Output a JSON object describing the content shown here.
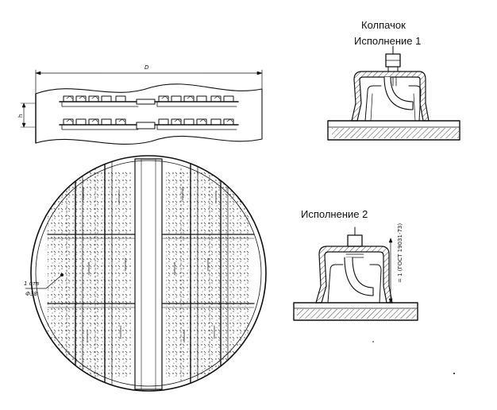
{
  "labels": {
    "cap_title": "Колпачок",
    "variant_1": "Исполнение 1",
    "variant_2": "Исполнение 2",
    "dim_D": "D",
    "dim_h": "h",
    "hole_note_1": "1 отв",
    "hole_note_2": "Ф38",
    "dim_annotation": "= 1 (ГОСТ 19031-73)"
  },
  "colors": {
    "ink": "#111111",
    "paper": "#ffffff"
  }
}
